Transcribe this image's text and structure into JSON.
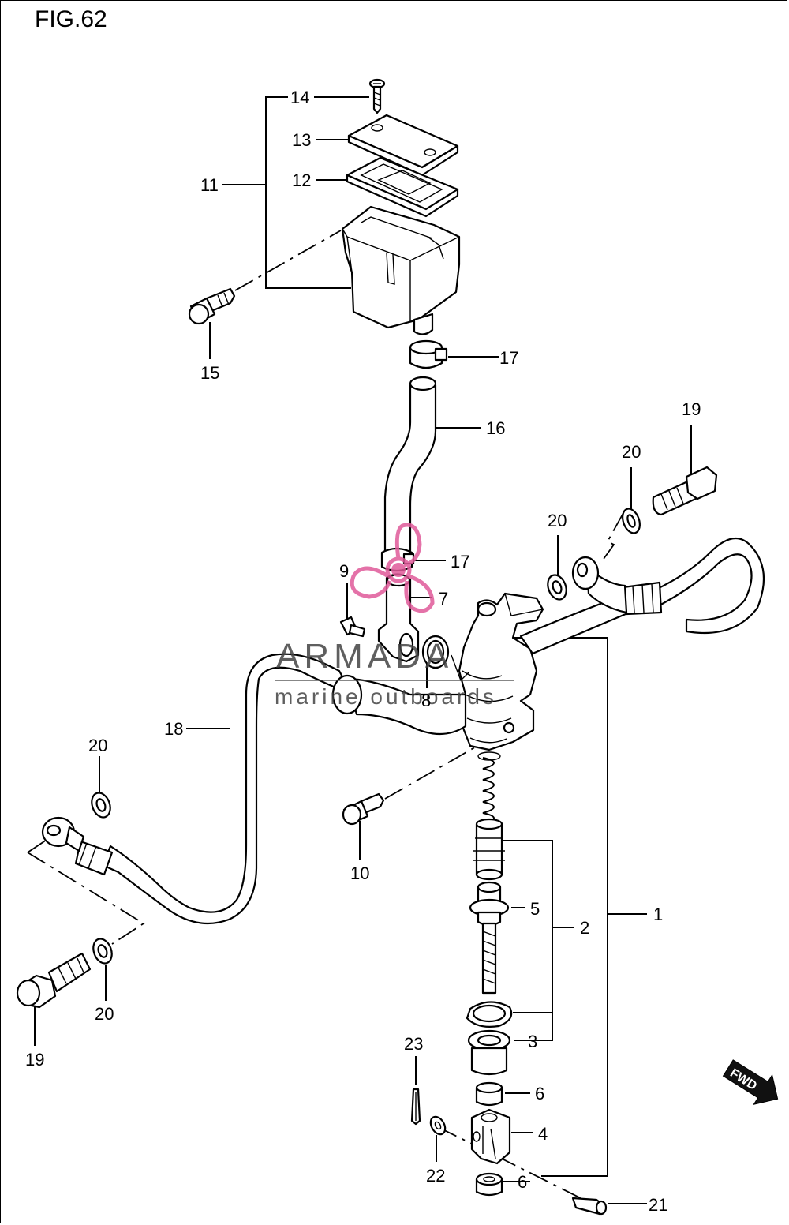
{
  "figure": {
    "title": "FIG.62"
  },
  "callouts": {
    "c1": "1",
    "c2": "2",
    "c3": "3",
    "c4": "4",
    "c5": "5",
    "c6a": "6",
    "c6b": "6",
    "c7": "7",
    "c8": "8",
    "c9": "9",
    "c10": "10",
    "c11": "11",
    "c12": "12",
    "c13": "13",
    "c14": "14",
    "c15": "15",
    "c16": "16",
    "c17a": "17",
    "c17b": "17",
    "c18": "18",
    "c19a": "19",
    "c19b": "19",
    "c20a": "20",
    "c20b": "20",
    "c20c": "20",
    "c20d": "20",
    "c21": "21",
    "c22": "22",
    "c23": "23"
  },
  "fwd_badge": "FWD",
  "watermark": {
    "brand": "ARMADA",
    "tagline": "marine outboards",
    "color": "#e05a9a"
  }
}
